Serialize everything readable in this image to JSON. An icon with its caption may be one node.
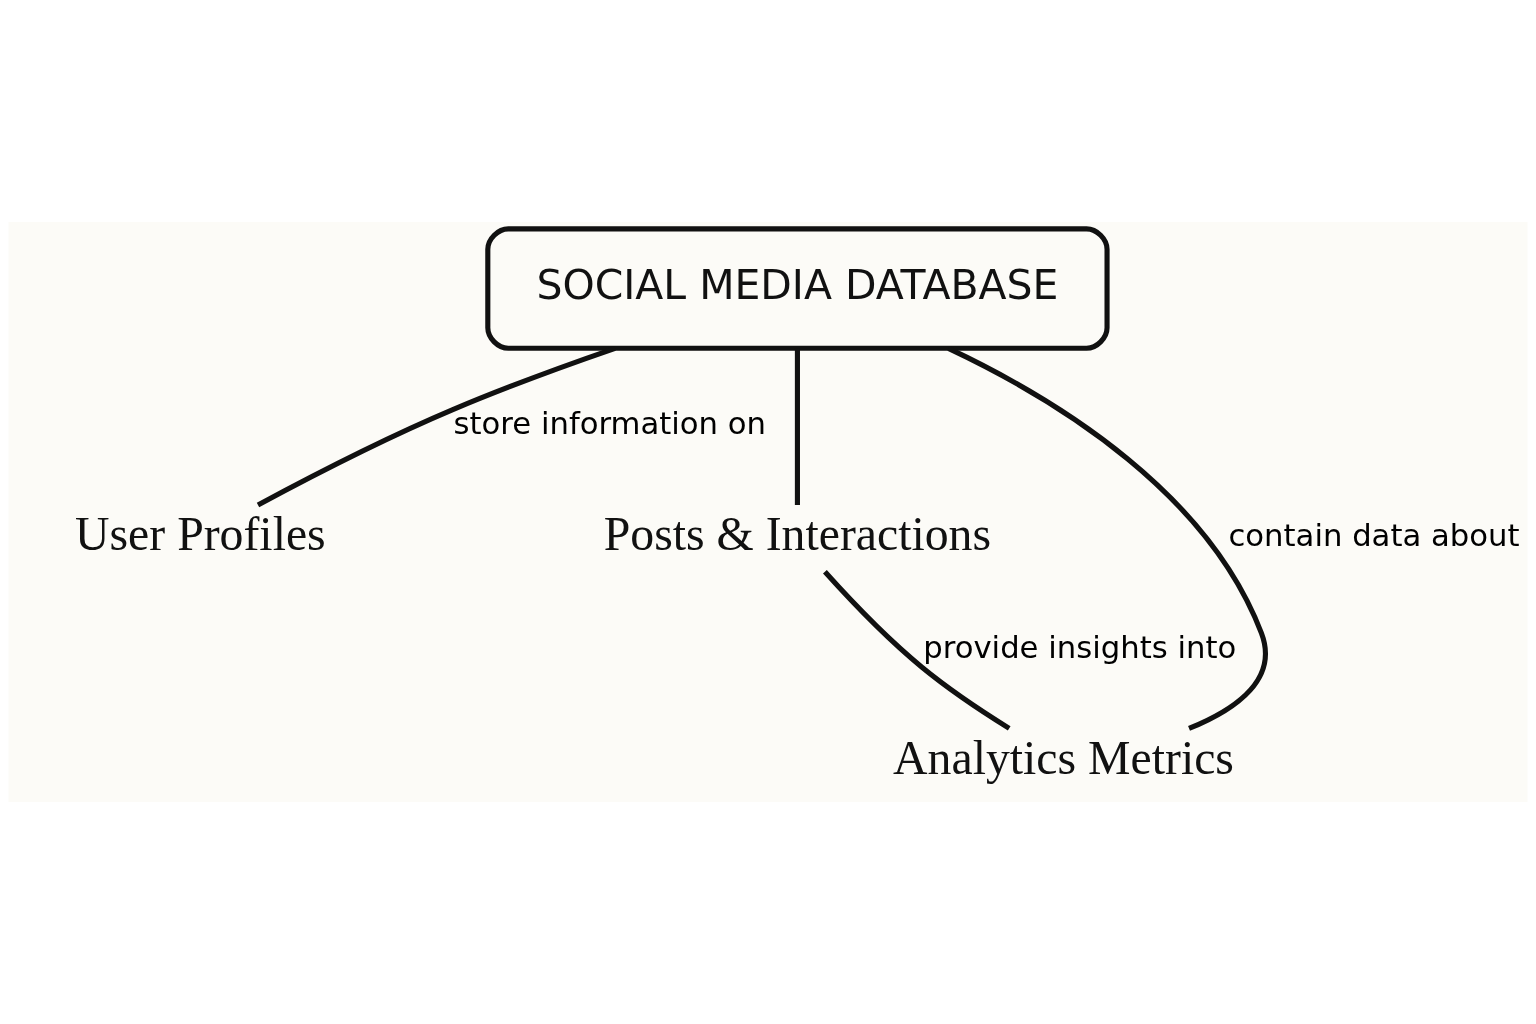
{
  "diagram": {
    "nodes": [
      {
        "text": [
          "User Profiles"
        ]
      },
      {
        "text": [
          "Posts & Interactions"
        ]
      },
      {
        "text": [
          "SOCIAL MEDIA DATABASE"
        ]
      },
      {
        "text": [
          "Analytics Metrics"
        ]
      }
    ],
    "edges": [
      {
        "from": 2,
        "to": 0,
        "arrow": "none",
        "label": "store information on"
      },
      {
        "from": 2,
        "to": 1,
        "arrow": "none"
      },
      {
        "from": 1,
        "to": 3,
        "arrow": "none",
        "label": "provide insights into"
      },
      {
        "from": 2,
        "to": 3,
        "arrow": "none",
        "label": "contain data about"
      }
    ]
  }
}
